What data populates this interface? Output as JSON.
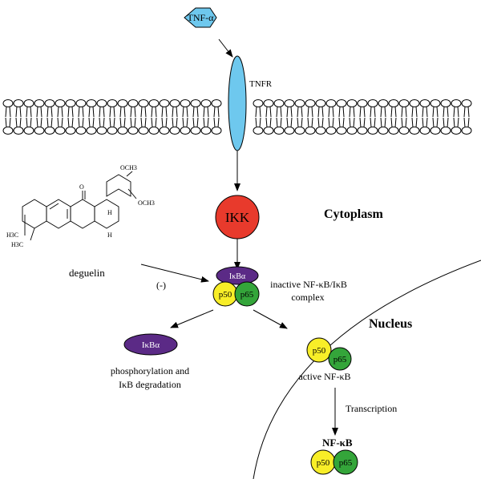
{
  "ligand": {
    "label": "TNF-α",
    "fill": "#6ec8ee"
  },
  "receptor": {
    "label": "TNFR",
    "fill": "#6ec8ee"
  },
  "kinase": {
    "label": "IKK",
    "fill": "#e83a2c"
  },
  "compartments": {
    "cytoplasm": "Cytoplasm",
    "nucleus": "Nucleus"
  },
  "inhibitor": {
    "name": "deguelin",
    "effect": "(-)",
    "structure_labels": {
      "ome1": "OCH3",
      "ome2": "OCH3",
      "o": "O",
      "h1": "H",
      "h2": "H",
      "me1": "H3C",
      "me2": "H3C"
    }
  },
  "complex": {
    "ikba": "IκBα",
    "p50": "p50",
    "p65": "p65",
    "label_line1": "inactive NF-κB/IκB",
    "label_line2": "complex"
  },
  "degradation": {
    "ikba": "IκBα",
    "label_line1": "phosphorylation and",
    "label_line2": "IκB degradation"
  },
  "active": {
    "p50": "p50",
    "p65": "p65",
    "label": "active NF-κB"
  },
  "transcription": {
    "label": "Transcription"
  },
  "product": {
    "title": "NF-κB",
    "p50": "p50",
    "p65": "p65"
  },
  "colors": {
    "ikba": "#5b2a86",
    "p50": "#f8ee28",
    "p65": "#34a53a",
    "membrane": "#000000"
  }
}
